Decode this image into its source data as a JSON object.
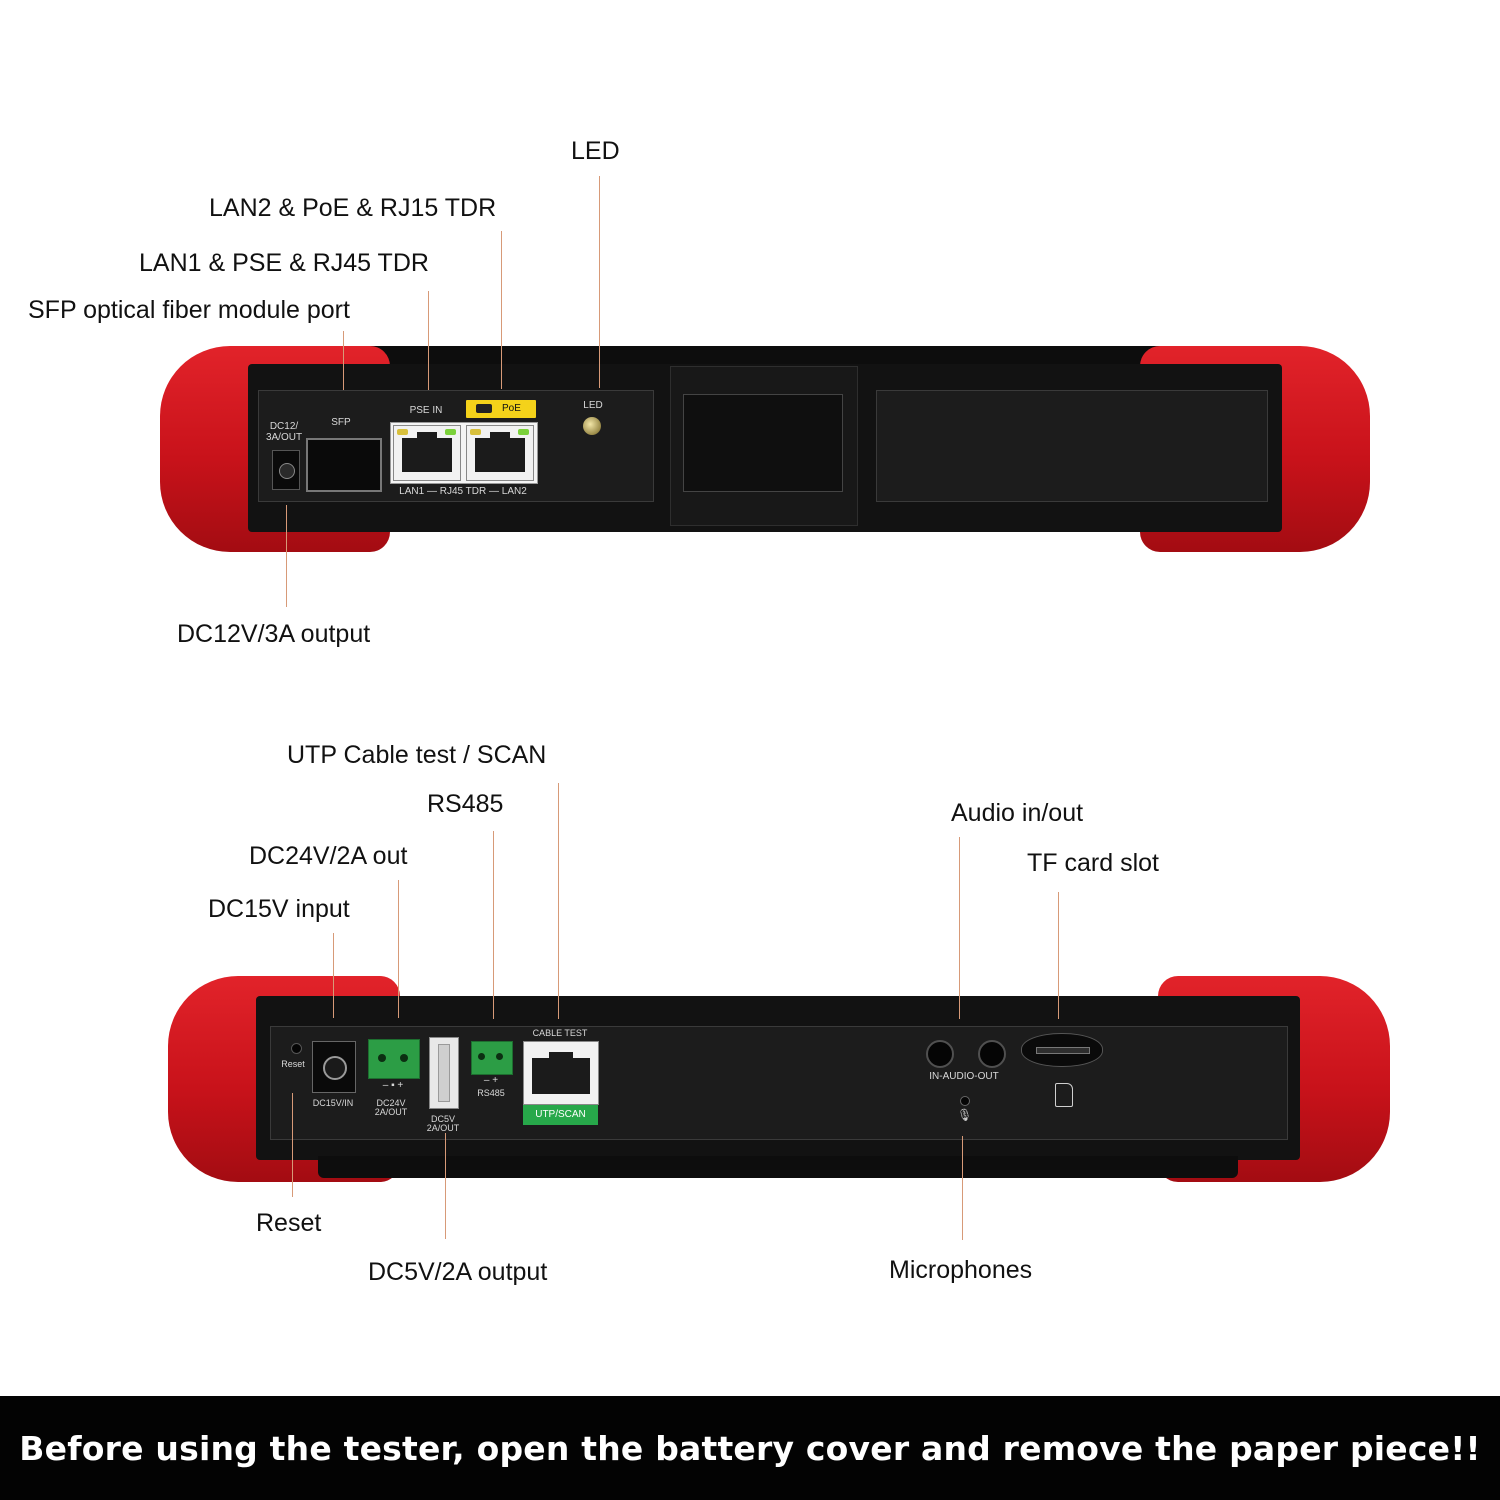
{
  "top_callouts": {
    "led": "LED",
    "lan2": "LAN2 & PoE & RJ15 TDR",
    "lan1": "LAN1 & PSE & RJ45 TDR",
    "sfp": "SFP optical fiber module port",
    "dc12": "DC12V/3A output"
  },
  "top_device": {
    "dc_label": "DC12/\n3A/OUT",
    "sfp_label": "SFP",
    "pse_label": "PSE IN",
    "poe_badge": "PoE",
    "rj_caption": "LAN1 — RJ45 TDR — LAN2",
    "led_label": "LED"
  },
  "bottom_callouts": {
    "utp": "UTP Cable test / SCAN",
    "rs485": "RS485",
    "dc24": "DC24V/2A out",
    "dc15": "DC15V input",
    "audio": "Audio in/out",
    "tf": "TF card slot",
    "reset": "Reset",
    "dc5": "DC5V/2A output",
    "mic": "Microphones"
  },
  "bottom_device": {
    "reset_label": "Reset",
    "dc15_label": "DC15V/IN",
    "dc24_label": "DC24V\n2A/OUT",
    "dc24_sign": "–  ▪  +",
    "dc5_label": "DC5V\n2A/OUT",
    "rs485_sign": "–  +",
    "rs485_label": "RS485",
    "cable_test_label": "CABLE TEST",
    "utp_scan_label": "UTP/SCAN",
    "audio_label": "IN-AUDIO-OUT"
  },
  "footer": {
    "notice": "Before using the tester, open the battery cover and remove the paper piece!!"
  },
  "colors": {
    "bumper": "#d81920",
    "body": "#121212",
    "poe_badge": "#f4d21a",
    "utp_scan": "#27a84a",
    "leader_line": "#d79a78"
  }
}
